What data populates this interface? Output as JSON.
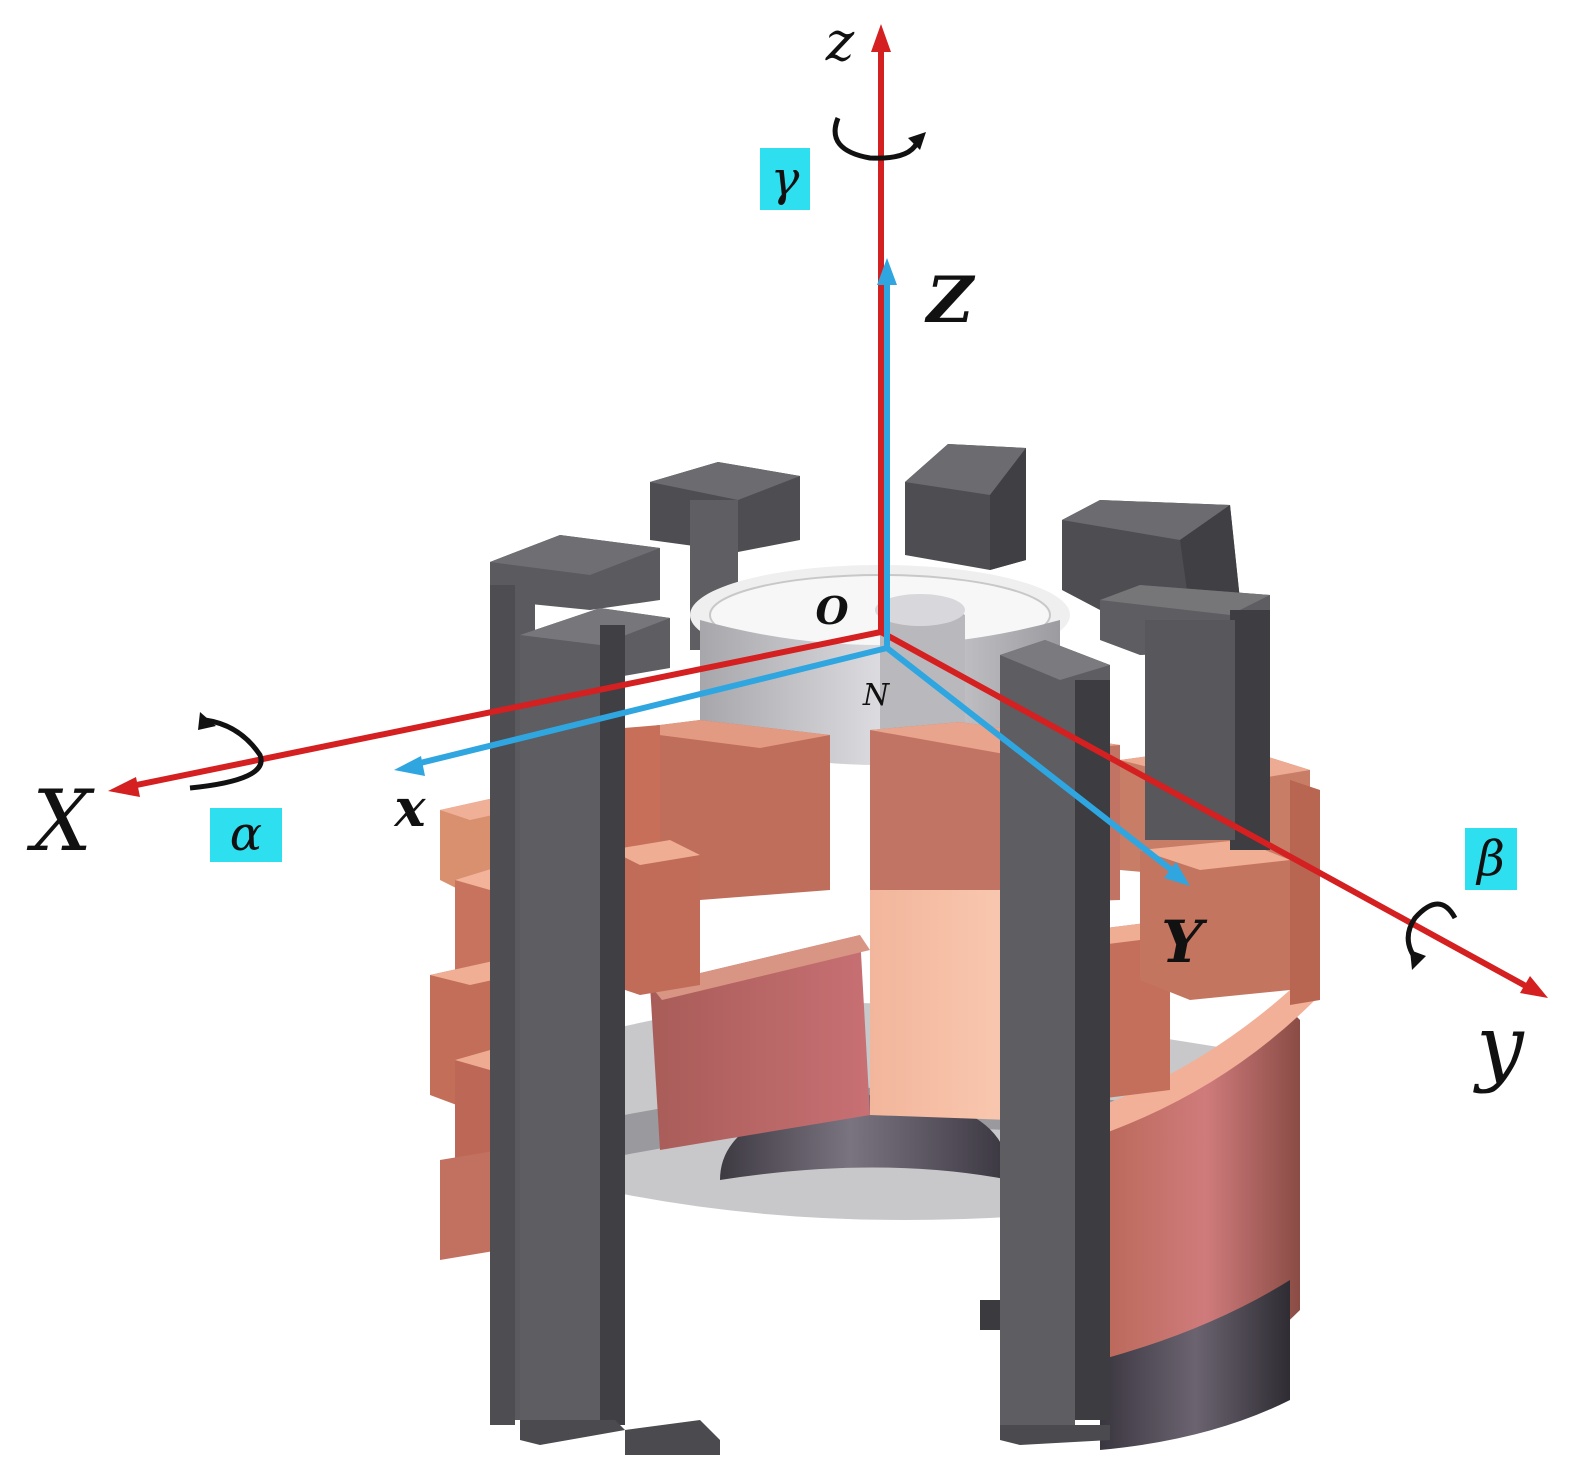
{
  "figure": {
    "fixed_axes": {
      "x": "X",
      "y": "y",
      "z": "z",
      "origin": "O"
    },
    "body_axes": {
      "x": "x",
      "y": "Y",
      "z": "Z",
      "origin": "N"
    },
    "rotations": {
      "about_x": "α",
      "about_y": "β",
      "about_z": "γ"
    },
    "colors": {
      "fixed_axes": "#d42020",
      "body_axes": "#2fa6e0",
      "rotation_label_bg": "#2ee0ef",
      "steel": "#5e5e63",
      "copper": "#cf7e67",
      "core": "#c9c9cc"
    }
  }
}
